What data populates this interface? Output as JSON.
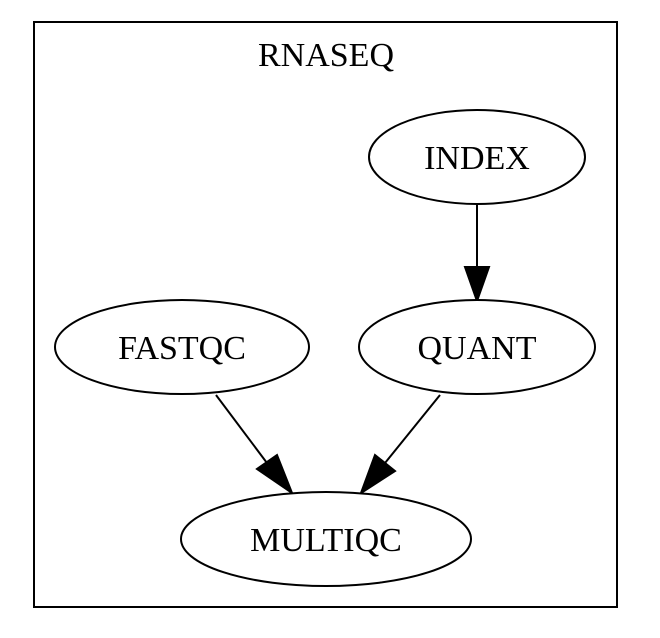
{
  "cluster": {
    "label": "RNASEQ"
  },
  "nodes": {
    "index": "INDEX",
    "fastqc": "FASTQC",
    "quant": "QUANT",
    "multiqc": "MULTIQC"
  },
  "edges": [
    {
      "from": "INDEX",
      "to": "QUANT"
    },
    {
      "from": "FASTQC",
      "to": "MULTIQC"
    },
    {
      "from": "QUANT",
      "to": "MULTIQC"
    }
  ],
  "colors": {
    "stroke": "#000000",
    "background": "#ffffff"
  }
}
